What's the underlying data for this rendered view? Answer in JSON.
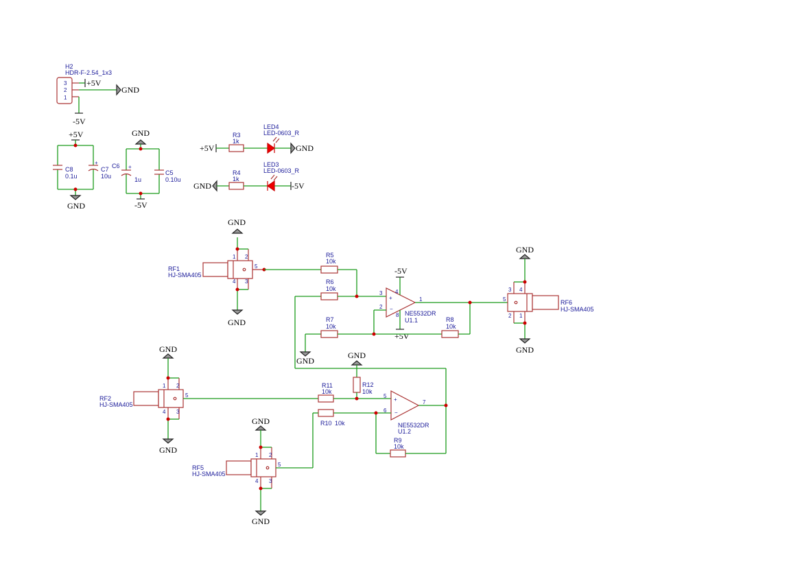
{
  "nets": {
    "gnd": "GND",
    "p5v": "+5V",
    "m5v": "-5V"
  },
  "h2": {
    "ref": "H2",
    "value": "HDR-F-2.54_1x3",
    "pins": [
      "3",
      "2",
      "1"
    ]
  },
  "caps": {
    "c8": {
      "ref": "C8",
      "value": "0.1u"
    },
    "c7": {
      "ref": "C7",
      "value": "10u"
    },
    "c6": {
      "ref": "C6",
      "value": "1u"
    },
    "c5": {
      "ref": "C5",
      "value": "0.10u"
    }
  },
  "resistors": {
    "r3": {
      "ref": "R3",
      "value": "1k"
    },
    "r4": {
      "ref": "R4",
      "value": "1k"
    },
    "r5": {
      "ref": "R5",
      "value": "10k"
    },
    "r6": {
      "ref": "R6",
      "value": "10k"
    },
    "r7": {
      "ref": "R7",
      "value": "10k"
    },
    "r8": {
      "ref": "R8",
      "value": "10k"
    },
    "r9": {
      "ref": "R9",
      "value": "10k"
    },
    "r10": {
      "ref": "R10",
      "value": "10k"
    },
    "r11": {
      "ref": "R11",
      "value": "10k"
    },
    "r12": {
      "ref": "R12",
      "value": "10k"
    }
  },
  "leds": {
    "led4": {
      "ref": "LED4",
      "value": "LED-0603_R"
    },
    "led3": {
      "ref": "LED3",
      "value": "LED-0603_R"
    }
  },
  "opamps": {
    "u11": {
      "part": "NE5532DR",
      "ref": "U1.1",
      "pins": [
        "3",
        "2",
        "1",
        "4",
        "8"
      ]
    },
    "u12": {
      "part": "NE5532DR",
      "ref": "U1.2",
      "pins": [
        "5",
        "6",
        "7"
      ]
    }
  },
  "connectors": {
    "rf1": {
      "ref": "RF1",
      "value": "HJ-SMA405"
    },
    "rf2": {
      "ref": "RF2",
      "value": "HJ-SMA405"
    },
    "rf5": {
      "ref": "RF5",
      "value": "HJ-SMA405"
    },
    "rf6": {
      "ref": "RF6",
      "value": "HJ-SMA405"
    }
  },
  "sma_pins": [
    "1",
    "2",
    "3",
    "4",
    "5"
  ]
}
